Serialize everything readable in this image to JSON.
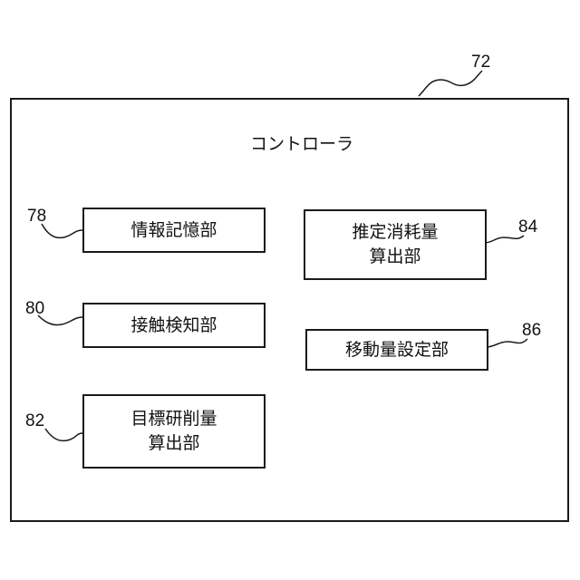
{
  "controller": {
    "title": "コントローラ",
    "ref": "72"
  },
  "blocks": [
    {
      "id": "info_storage",
      "label": "情報記憶部",
      "ref": "78"
    },
    {
      "id": "contact_detection",
      "label": "接触検知部",
      "ref": "80"
    },
    {
      "id": "target_grinding",
      "label": "目標研削量\n算出部",
      "ref": "82"
    },
    {
      "id": "estimated_wear",
      "label": "推定消耗量\n算出部",
      "ref": "84"
    },
    {
      "id": "movement_setting",
      "label": "移動量設定部",
      "ref": "86"
    }
  ]
}
